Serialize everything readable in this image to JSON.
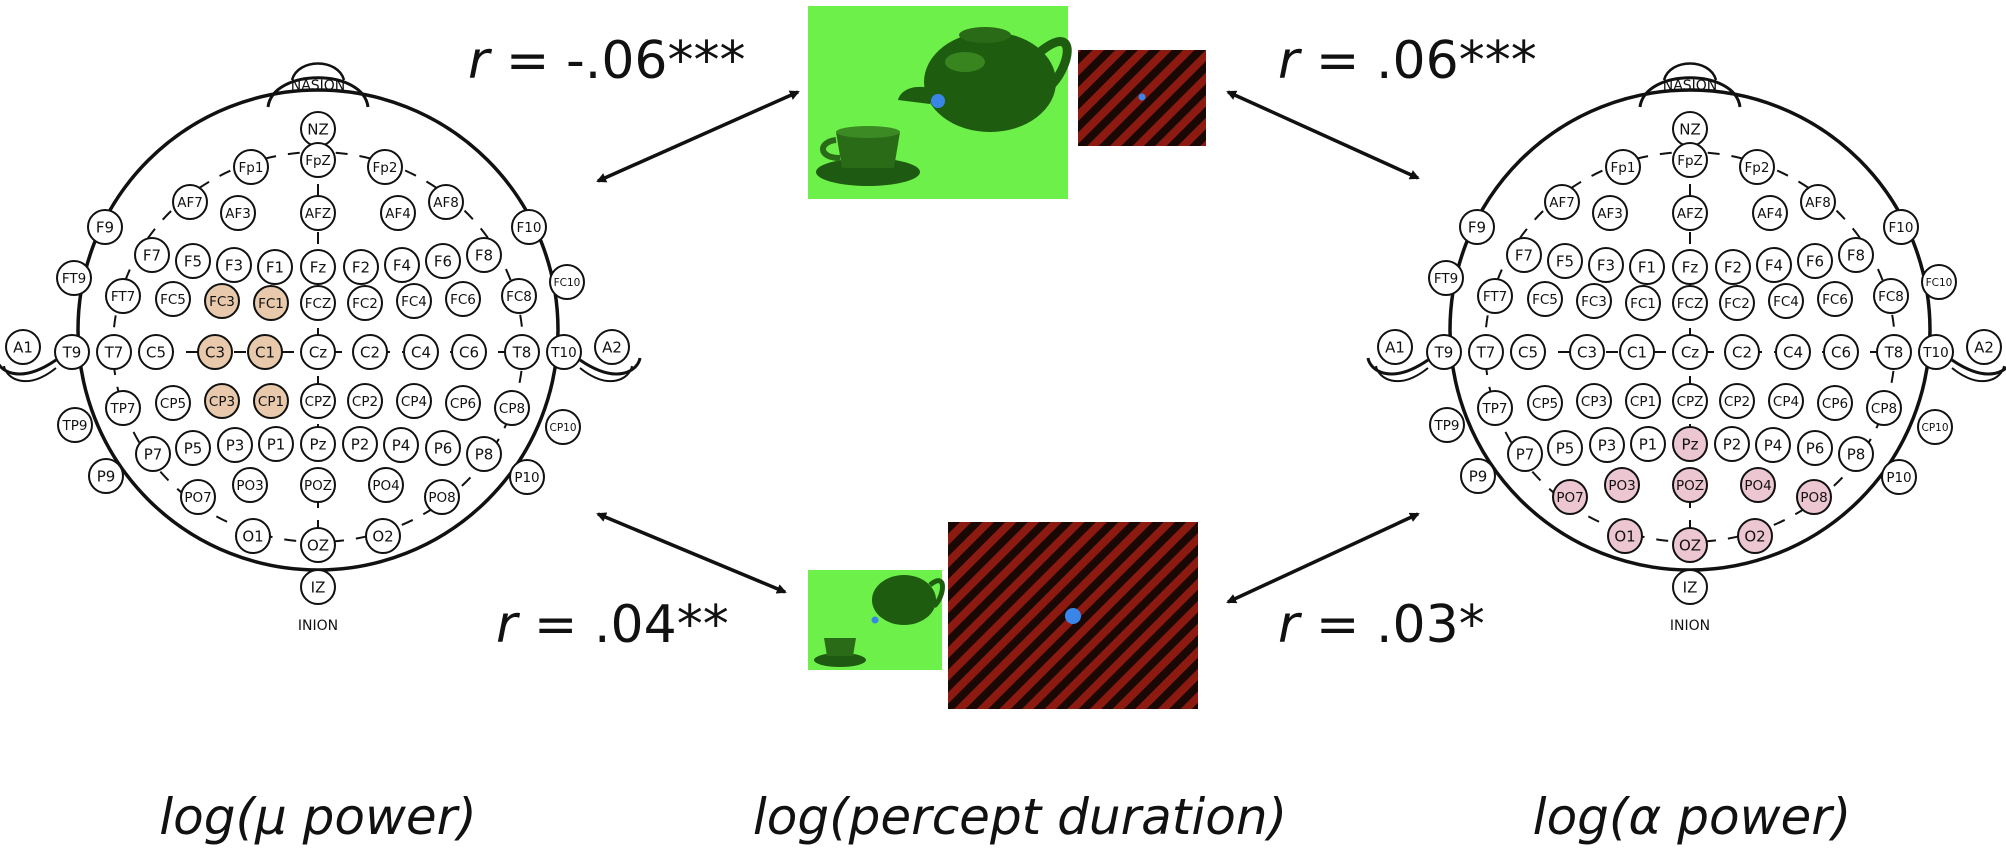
{
  "correlations": {
    "top_left": {
      "r": "r",
      "value": " = -.06***"
    },
    "top_right": {
      "r": "r",
      "value": " = .06***"
    },
    "bottom_left": {
      "r": "r",
      "value": " = .04**"
    },
    "bottom_right": {
      "r": "r",
      "value": " = .03*"
    }
  },
  "captions": {
    "left": "log(μ power)",
    "center": "log(percept duration)",
    "right": "log(α power)"
  },
  "landmarks": {
    "nasion": "NASION",
    "inion": "INION"
  },
  "colors": {
    "mu_highlight": "#e8c9ac",
    "alpha_highlight": "#ecc6d0",
    "stimulus_green": "#6ef04a",
    "stimulus_red": "#8c1a10",
    "fixation_dot": "#3a86e8"
  },
  "electrodes": [
    "NZ",
    "Fp1",
    "FpZ",
    "Fp2",
    "AF7",
    "AF3",
    "AFZ",
    "AF4",
    "AF8",
    "F9",
    "F7",
    "F5",
    "F3",
    "F1",
    "Fz",
    "F2",
    "F4",
    "F6",
    "F8",
    "F10",
    "FT9",
    "FT7",
    "FC5",
    "FC3",
    "FC1",
    "FCZ",
    "FC2",
    "FC4",
    "FC6",
    "FC8",
    "FC10",
    "A1",
    "T9",
    "T7",
    "C5",
    "C3",
    "C1",
    "Cz",
    "C2",
    "C4",
    "C6",
    "T8",
    "T10",
    "A2",
    "TP9",
    "TP7",
    "CP5",
    "CP3",
    "CP1",
    "CPZ",
    "CP2",
    "CP4",
    "CP6",
    "CP8",
    "CP10",
    "P9",
    "P7",
    "P5",
    "P3",
    "P1",
    "Pz",
    "P2",
    "P4",
    "P6",
    "P8",
    "P10",
    "PO7",
    "PO3",
    "POZ",
    "PO4",
    "PO8",
    "O1",
    "OZ",
    "O2",
    "IZ"
  ],
  "highlighted": {
    "left": [
      "FC3",
      "FC1",
      "C3",
      "C1",
      "CP3",
      "CP1"
    ],
    "right": [
      "Pz",
      "PO7",
      "PO3",
      "POZ",
      "PO4",
      "PO8",
      "O1",
      "OZ",
      "O2"
    ]
  }
}
